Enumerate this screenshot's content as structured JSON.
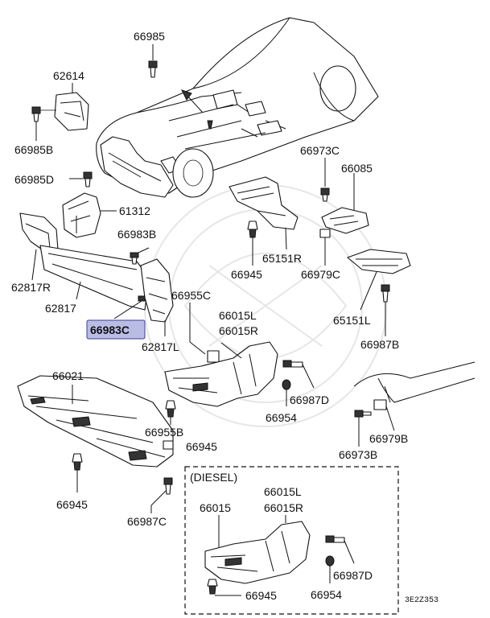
{
  "labels": {
    "p66985": "66985",
    "p62614": "62614",
    "p66985B": "66985B",
    "p66985D": "66985D",
    "p61312": "61312",
    "p66983B": "66983B",
    "p62817R": "62817R",
    "p62817": "62817",
    "p66983C": "66983C",
    "p66955C": "66955C",
    "p62817L": "62817L",
    "p66973C": "66973C",
    "p66085": "66085",
    "p65151R": "65151R",
    "p66945_a": "66945",
    "p66979C": "66979C",
    "p66015L_a": "66015L",
    "p66015R_a": "66015R",
    "p65151L": "65151L",
    "p66987B": "66987B",
    "p66021": "66021",
    "p66987D_a": "66987D",
    "p66954_a": "66954",
    "p66955B": "66955B",
    "p66945_b": "66945",
    "p66979B": "66979B",
    "p66973B": "66973B",
    "p66945_c": "66945",
    "p66987C": "66987C",
    "diesel": "(DIESEL)",
    "p66015": "66015",
    "p66015L_b": "66015L",
    "p66015R_b": "66015R",
    "p66987D_b": "66987D",
    "p66945_d": "66945",
    "p66954_b": "66954",
    "code": "3E2Z353"
  },
  "highlight": {
    "color": "#b9bde6",
    "border": "#3a3f8f"
  }
}
